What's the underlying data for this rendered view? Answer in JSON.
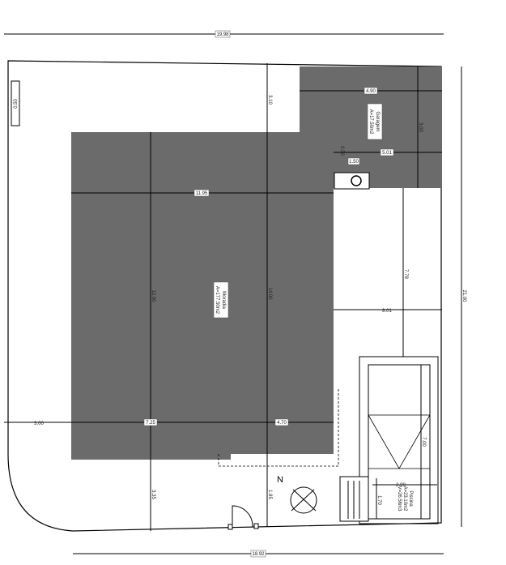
{
  "colors": {
    "building": "#6b6b6b",
    "lines": "#000000",
    "background": "#ffffff"
  },
  "house": {
    "name": "Moradia",
    "area": "A=177.50m2"
  },
  "garage": {
    "name": "Garagem",
    "area": "A=17.50m2"
  },
  "pool": {
    "name": "Piscina",
    "area": "A=23.10m2",
    "volume": "V=26.56m3"
  },
  "dimensions": {
    "top_total": "19.98",
    "bottom_total": "18.92",
    "right_total": "21.00",
    "house_width": "11.95",
    "house_depth_left": "12.00",
    "house_depth_right": "14.00",
    "front_setback": "3.10",
    "garage_width": "4.90",
    "garage_depth": "3.00",
    "garage_lower": "5.01",
    "small_a": "1.50",
    "small_b": "0.50",
    "side_gap": "7.78",
    "house_to_right": "8.01",
    "left_setback": "3.00",
    "house_lower_a": "7.25",
    "house_lower_b": "4.70",
    "rear_a": "3.35",
    "rear_b": "1.85",
    "pool_width": "2.90",
    "pool_length": "7.00",
    "pool_step": "1.70"
  },
  "north_label": "N",
  "side_tag": "0.50"
}
